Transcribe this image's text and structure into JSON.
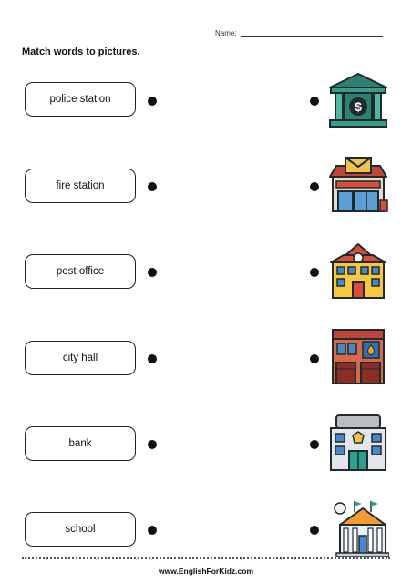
{
  "header": {
    "name_label": "Name:"
  },
  "instructions": "Match words to pictures.",
  "words": [
    "police station",
    "fire station",
    "post office",
    "city hall",
    "bank",
    "school"
  ],
  "pictures": [
    "bank-building-icon",
    "post-office-building-icon",
    "school-building-icon",
    "fire-station-building-icon",
    "police-station-building-icon",
    "city-hall-building-icon"
  ],
  "footer": {
    "site": "www.EnglishForKidz.com"
  }
}
